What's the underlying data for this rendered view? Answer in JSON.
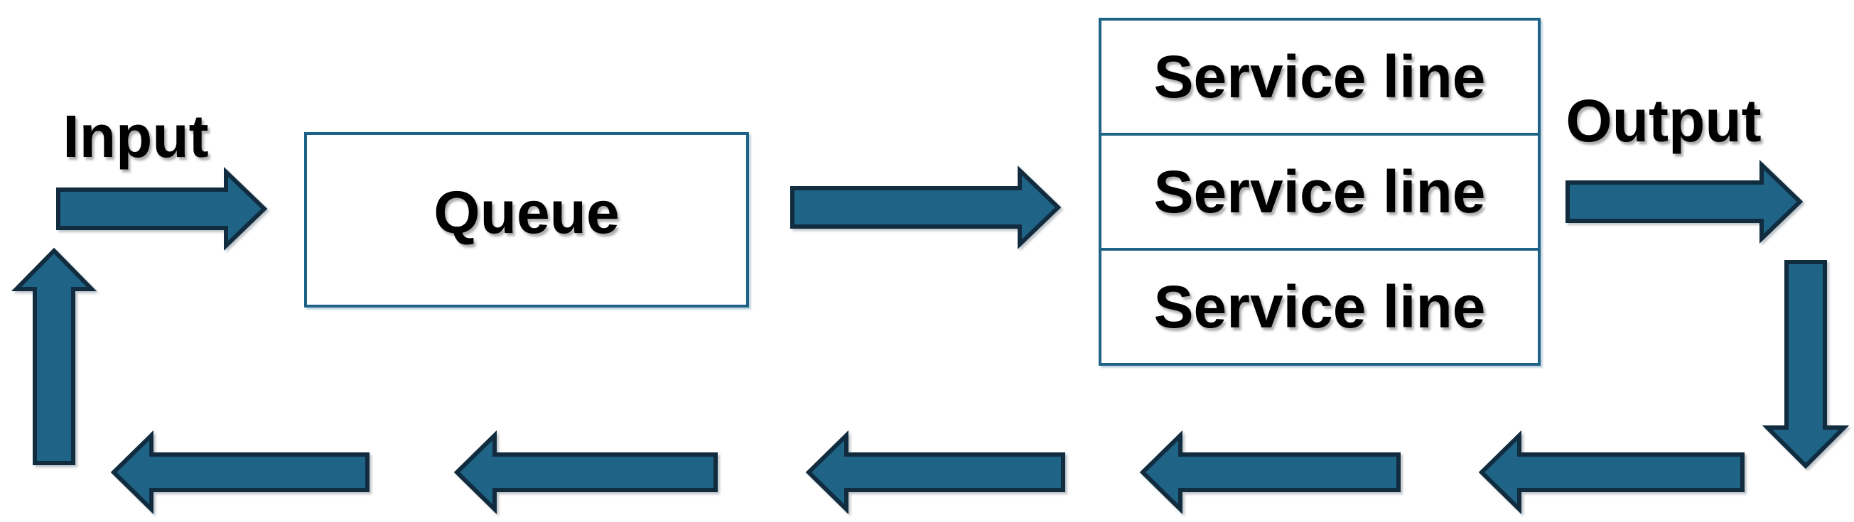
{
  "diagram": {
    "name": "queueing-system-diagram",
    "labels": {
      "input": "Input",
      "queue": "Queue",
      "output": "Output",
      "service_lines": [
        "Service line",
        "Service line",
        "Service line"
      ]
    },
    "arrows": [
      {
        "name": "input-arrow",
        "direction": "right"
      },
      {
        "name": "queue-to-service-arrow",
        "direction": "right"
      },
      {
        "name": "output-arrow",
        "direction": "right"
      },
      {
        "name": "output-feedback-down-arrow",
        "direction": "down"
      },
      {
        "name": "feedback-arrow-1",
        "direction": "left"
      },
      {
        "name": "feedback-arrow-2",
        "direction": "left"
      },
      {
        "name": "feedback-arrow-3",
        "direction": "left"
      },
      {
        "name": "feedback-arrow-4",
        "direction": "left"
      },
      {
        "name": "feedback-arrow-5",
        "direction": "left"
      },
      {
        "name": "feedback-up-arrow",
        "direction": "up"
      }
    ],
    "colors": {
      "arrow_fill": "#1f6387",
      "arrow_outline": "#102c3e",
      "box_border": "#1f6288",
      "text": "#000000",
      "background": "#ffffff"
    }
  }
}
